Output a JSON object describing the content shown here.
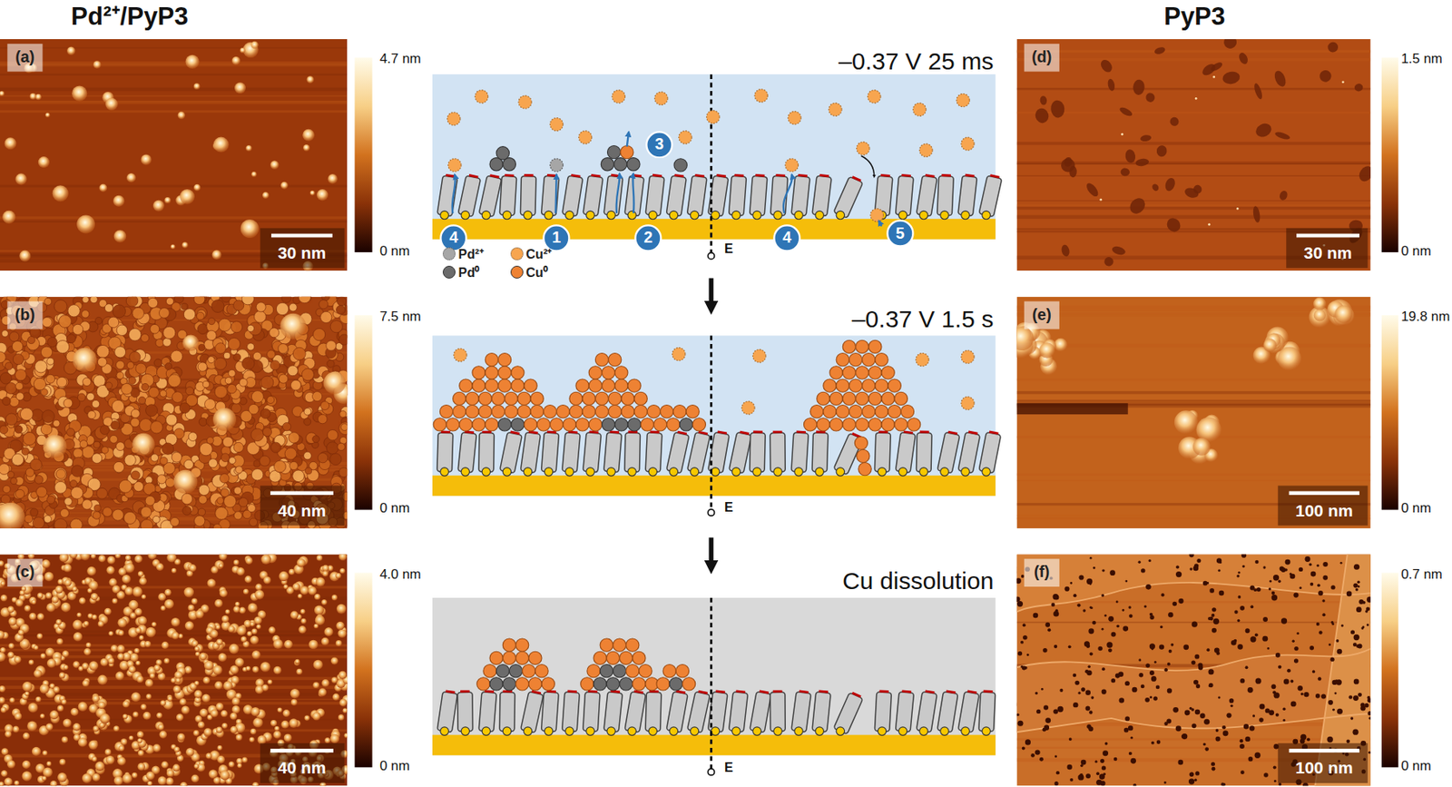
{
  "diagram": {
    "nodes": [
      {
        "text": [
          "3"
        ]
      },
      {
        "text": [
          "4"
        ]
      },
      {
        "text": [
          "1"
        ]
      },
      {
        "text": [
          "2"
        ]
      },
      {
        "text": [
          "4"
        ]
      },
      {
        "text": [
          "5"
        ]
      }
    ],
    "labels": [
      "Pd²⁺/PyP3",
      "(a)",
      "4.7 nm",
      "0 nm",
      "30 nm",
      "(b)",
      "7.5 nm",
      "0 nm",
      "40 nm",
      "(c)",
      "4.0 nm",
      "0 nm",
      "40 nm",
      "–0.37 V 25 ms",
      "E",
      "–0.37 V 1.5 s",
      "E",
      "Cu dissolution",
      "E",
      "PyP3",
      "(d)",
      "1.5 nm",
      "0 nm",
      "30 nm",
      "(e)",
      "19.8 nm",
      "0 nm",
      "100 nm",
      "(f)",
      "0.7 nm",
      "0 nm",
      "100 nm"
    ],
    "legend": [
      {
        "text": "Pd²⁺",
        "color": "#a6a6a6"
      },
      {
        "text": "Cu²⁺",
        "color": "#f7a54f"
      },
      {
        "text": "Pd⁰",
        "color": "#6b6b6b"
      },
      {
        "text": "Cu⁰",
        "color": "#ee8233"
      }
    ]
  }
}
